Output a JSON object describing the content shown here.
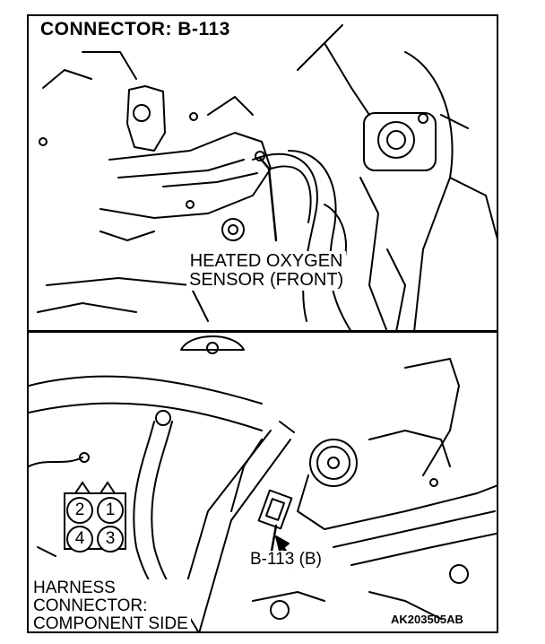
{
  "title": "CONNECTOR: B-113",
  "sensor_label": [
    "HEATED OXYGEN",
    "SENSOR (FRONT)"
  ],
  "connector_callout": "B-113 (B)",
  "harness_label": [
    "HARNESS",
    "CONNECTOR:",
    "COMPONENT SIDE"
  ],
  "pins": [
    "2",
    "1",
    "4",
    "3"
  ],
  "figure_code": "AK203505AB"
}
